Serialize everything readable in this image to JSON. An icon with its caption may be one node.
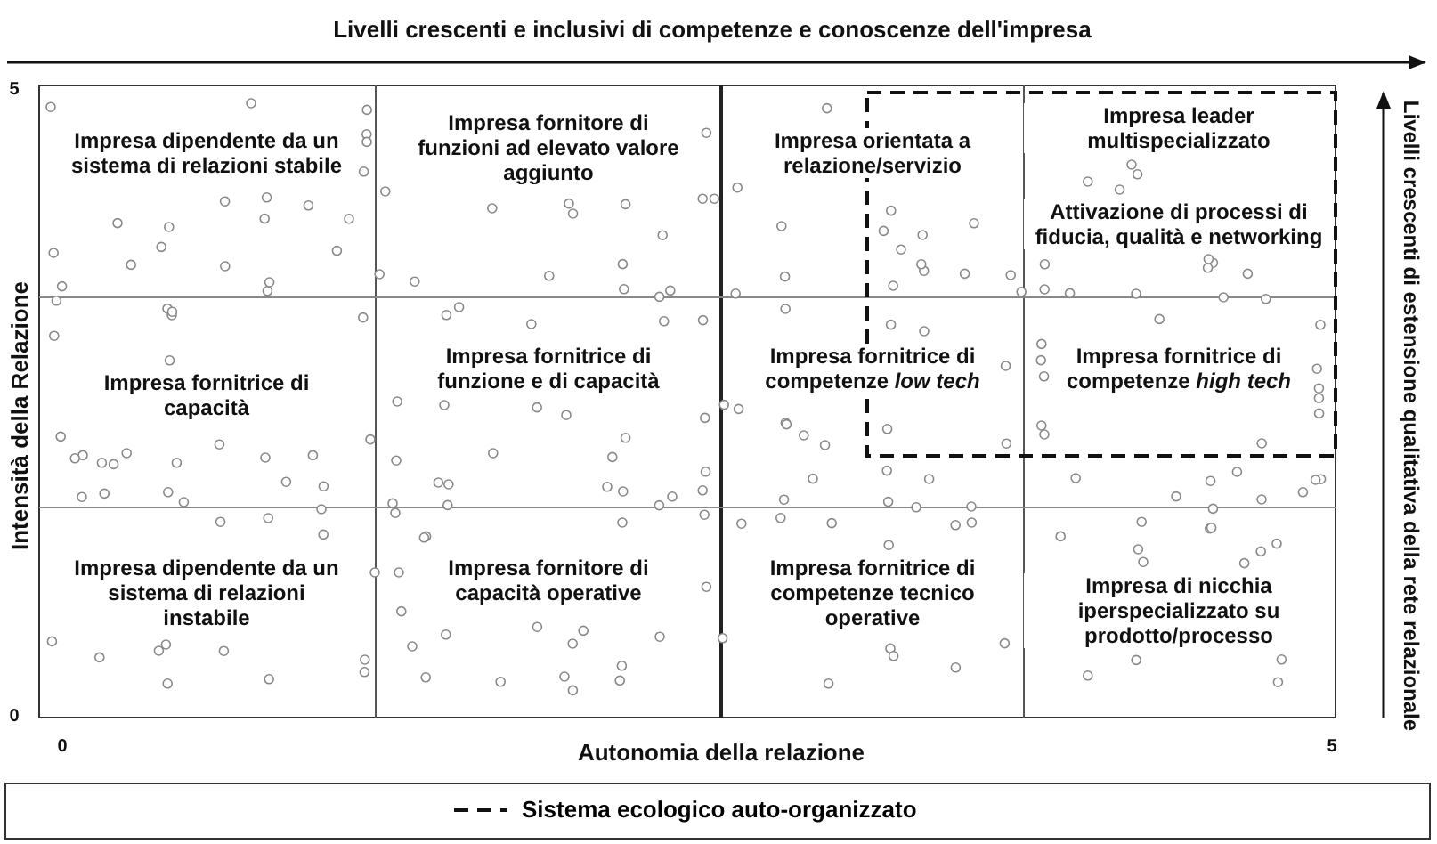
{
  "diagram": {
    "labels": [
      "Livelli crescenti e inclusivi di competenze e conoscenze dell'impresa",
      "5",
      "Livelli crescenti  di estensione qualitativa  della rete relazionale",
      "Impresa dipendente da un sistema di relazioni stabile",
      "Impresa fornitore di funzioni ad elevato valore aggiunto",
      "Impresa orientata a relazione/servizio",
      "Impresa leader multispecializzato",
      "Attivazione di processi di fiducia, qualità e networking",
      "Impresa fornitrice di capacità",
      "Impresa fornitrice di funzione e di capacità",
      "Impresa fornitrice di competenze *low tech*",
      "Impresa fornitrice di competenze *high tech*",
      "Impresa dipendente da un sistema di relazioni instabile",
      "Impresa fornitore di capacità operative",
      "Impresa fornitrice di competenze tecnico operative",
      "Impresa di nicchia iperspecializzato su prodotto/processo",
      "Intensità della Relazione",
      "0",
      "0",
      "Autonomia della relazione",
      "5"
    ],
    "legend": [
      {
        "text": "Sistema ecologico auto-organizzato"
      }
    ]
  }
}
